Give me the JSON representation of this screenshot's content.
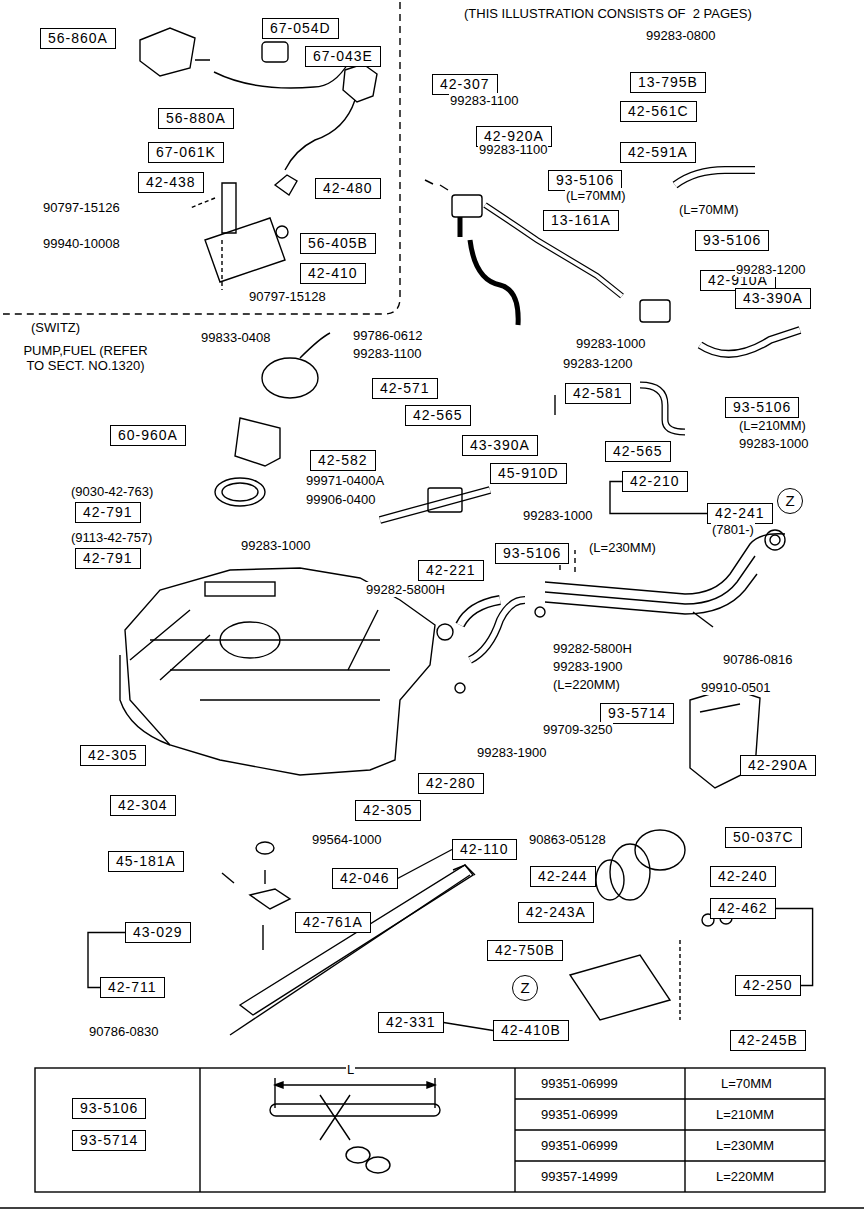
{
  "diagram": {
    "nodes": [
      {
        "text": [
          "56-860A"
        ]
      },
      {
        "text": [
          "67-054D"
        ]
      },
      {
        "text": [
          "67-043E"
        ]
      },
      {
        "text": [
          "56-880A"
        ]
      },
      {
        "text": [
          "67-061K"
        ]
      },
      {
        "text": [
          "42-438"
        ]
      },
      {
        "text": [
          "42-480"
        ]
      },
      {
        "text": [
          "56-405B"
        ]
      },
      {
        "text": [
          "42-410"
        ]
      },
      {
        "text": [
          "42-307"
        ]
      },
      {
        "text": [
          "13-795B"
        ]
      },
      {
        "text": [
          "42-561C"
        ]
      },
      {
        "text": [
          "42-920A"
        ]
      },
      {
        "text": [
          "42-591A"
        ]
      },
      {
        "text": [
          "93-5106"
        ]
      },
      {
        "text": [
          "13-161A"
        ]
      },
      {
        "text": [
          "93-5106"
        ]
      },
      {
        "text": [
          "42-910A"
        ]
      },
      {
        "text": [
          "43-390A"
        ]
      },
      {
        "text": [
          "42-571"
        ]
      },
      {
        "text": [
          "42-565"
        ]
      },
      {
        "text": [
          "42-581"
        ]
      },
      {
        "text": [
          "93-5106"
        ]
      },
      {
        "text": [
          "42-565"
        ]
      },
      {
        "text": [
          "60-960A"
        ]
      },
      {
        "text": [
          "42-582"
        ]
      },
      {
        "text": [
          "43-390A"
        ]
      },
      {
        "text": [
          "45-910D"
        ]
      },
      {
        "text": [
          "42-210"
        ]
      },
      {
        "text": [
          "42-241"
        ]
      },
      {
        "text": [
          "42-791"
        ]
      },
      {
        "text": [
          "42-791"
        ]
      },
      {
        "text": [
          "42-221"
        ]
      },
      {
        "text": [
          "93-5106"
        ]
      },
      {
        "text": [
          "93-5714"
        ]
      },
      {
        "text": [
          "42-290A"
        ]
      },
      {
        "text": [
          "42-305"
        ]
      },
      {
        "text": [
          "42-304"
        ]
      },
      {
        "text": [
          "42-280"
        ]
      },
      {
        "text": [
          "42-305"
        ]
      },
      {
        "text": [
          "50-037C"
        ]
      },
      {
        "text": [
          "45-181A"
        ]
      },
      {
        "text": [
          "42-110"
        ]
      },
      {
        "text": [
          "42-046"
        ]
      },
      {
        "text": [
          "42-244"
        ]
      },
      {
        "text": [
          "42-240"
        ]
      },
      {
        "text": [
          "43-029"
        ]
      },
      {
        "text": [
          "42-761A"
        ]
      },
      {
        "text": [
          "42-243A"
        ]
      },
      {
        "text": [
          "42-462"
        ]
      },
      {
        "text": [
          "42-750B"
        ]
      },
      {
        "text": [
          "42-711"
        ]
      },
      {
        "text": [
          "42-250"
        ]
      },
      {
        "text": [
          "42-331"
        ]
      },
      {
        "text": [
          "42-410B"
        ]
      },
      {
        "text": [
          "42-245B"
        ]
      },
      {
        "text": [
          "93-5106"
        ]
      },
      {
        "text": [
          "93-5714"
        ]
      },
      {
        "text": [
          "Z"
        ]
      },
      {
        "text": [
          "Z"
        ]
      }
    ],
    "edges": [
      {
        "from": 46,
        "to": 51,
        "arrow": "none"
      },
      {
        "from": 53,
        "to": 54,
        "arrow": "none"
      },
      {
        "from": 49,
        "to": 52,
        "arrow": "none"
      },
      {
        "from": 28,
        "to": 29,
        "arrow": "none"
      },
      {
        "from": 43,
        "to": 42,
        "arrow": "none"
      }
    ],
    "labels": [
      "(THIS ILLUSTRATION CONSISTS OF  2 PAGES)",
      "99283-0800",
      "99283-1100",
      "99283-1100",
      "(L=70MM)",
      "(L=70MM)",
      "90797-15126",
      "99940-10008",
      "90797-15128",
      "99283-1200",
      "(SWITZ)",
      "PUMP,FUEL (REFER TO SECT. NO.1320)",
      "99833-0408",
      "99786-0612",
      "99283-1100",
      "99283-1000",
      "99283-1200",
      "(L=210MM)",
      "99283-1000",
      "99971-0400A",
      "99906-0400",
      "99283-1000",
      "(L=230MM)",
      "(7801-)",
      "(9030-42-763)",
      "(9113-42-757)",
      "99283-1000",
      "99282-5800H",
      "99282-5800H",
      "99283-1900",
      "(L=220MM)",
      "90786-0816",
      "99910-0501",
      "99709-3250",
      "99283-1900",
      "99564-1000",
      "90863-05128",
      "90786-0830",
      "L",
      "99351-06999",
      "L=70MM",
      "99351-06999",
      "L=210MM",
      "99351-06999",
      "L=230MM",
      "99357-14999",
      "L=220MM"
    ]
  }
}
